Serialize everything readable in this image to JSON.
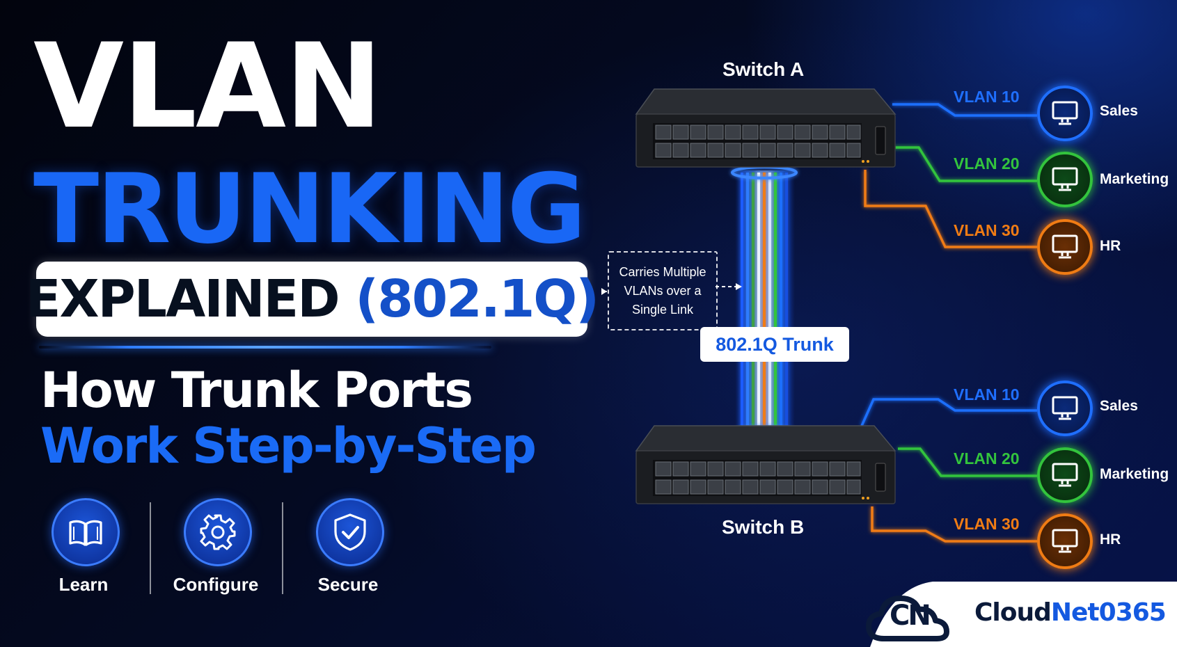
{
  "title": {
    "line1": "VLAN",
    "line2": "TRUNKING",
    "explained_word": "EXPLAINED",
    "explained_code": "(802.1Q)",
    "subtitle_line1": "How Trunk Ports",
    "subtitle_line2": "Work Step-by-Step"
  },
  "features": [
    {
      "label": "Learn",
      "icon": "book-icon"
    },
    {
      "label": "Configure",
      "icon": "gear-icon"
    },
    {
      "label": "Secure",
      "icon": "shield-check-icon"
    }
  ],
  "switches": {
    "a": {
      "label": "Switch A"
    },
    "b": {
      "label": "Switch B"
    }
  },
  "trunk": {
    "label": "802.1Q Trunk",
    "note_line1": "Carries Multiple",
    "note_line2": "VLANs over a",
    "note_line3": "Single Link"
  },
  "vlans_a": [
    {
      "vlan": "VLAN 10",
      "dept": "Sales",
      "color": "#1f6fff"
    },
    {
      "vlan": "VLAN 20",
      "dept": "Marketing",
      "color": "#33c43d"
    },
    {
      "vlan": "VLAN 30",
      "dept": "HR",
      "color": "#f07c14"
    }
  ],
  "vlans_b": [
    {
      "vlan": "VLAN 10",
      "dept": "Sales",
      "color": "#1f6fff"
    },
    {
      "vlan": "VLAN 20",
      "dept": "Marketing",
      "color": "#33c43d"
    },
    {
      "vlan": "VLAN 30",
      "dept": "HR",
      "color": "#f07c14"
    }
  ],
  "brand": {
    "logo_letters": "CN",
    "name_part1": "Cloud",
    "name_part2": "Net0365",
    "color_dark": "#0b1a3a",
    "color_blue": "#1459e0"
  },
  "colors": {
    "accent_blue": "#1967f5",
    "vlan_blue": "#1f6fff",
    "vlan_green": "#33c43d",
    "vlan_orange": "#f07c14"
  }
}
